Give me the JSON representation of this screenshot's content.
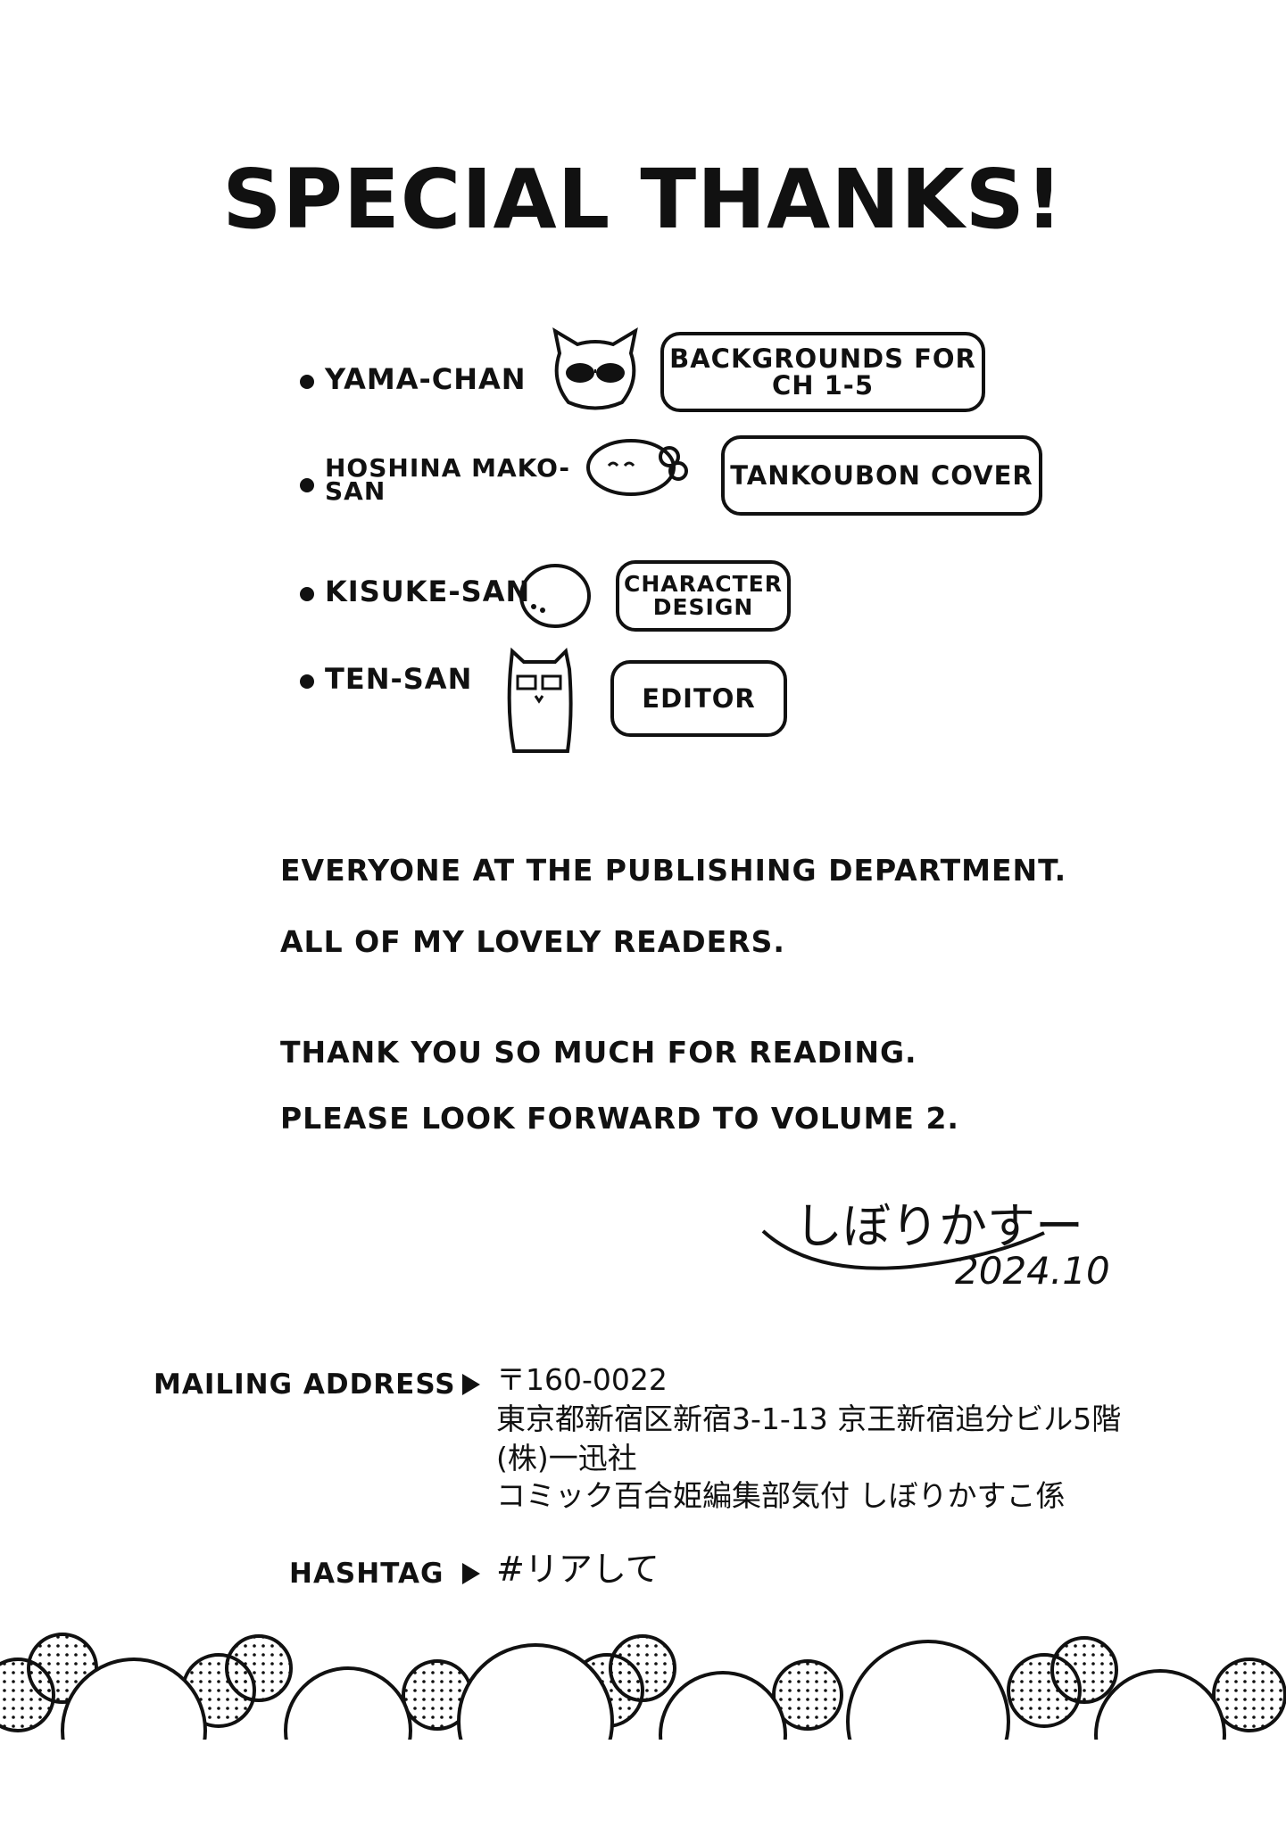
{
  "title": "SPECIAL THANKS!",
  "credits": [
    {
      "name": "YAMA-CHAN",
      "role": "BACKGROUNDS FOR CH 1-5",
      "icon": "cat-sunglasses-icon"
    },
    {
      "name": "HOSHINA MAKO-SAN",
      "role": "TANKOUBON COVER",
      "icon": "blob-creature-icon"
    },
    {
      "name": "KISUKE-SAN",
      "role": "CHARACTER DESIGN",
      "icon": "round-face-icon"
    },
    {
      "name": "TEN-SAN",
      "role": "EDITOR",
      "icon": "bear-glasses-icon"
    }
  ],
  "messages": [
    "EVERYONE AT THE PUBLISHING DEPARTMENT.",
    "ALL OF MY LOVELY READERS.",
    "THANK YOU SO MUCH FOR READING.",
    "PLEASE LOOK FORWARD TO VOLUME 2."
  ],
  "signature": {
    "name": "しぼりかすー",
    "date": "2024.10"
  },
  "mailing": {
    "label": "MAILING ADDRESS",
    "lines": [
      "〒160-0022",
      "東京都新宿区新宿3-1-13 京王新宿追分ビル5階",
      "(株)一迅社",
      "コミック百合姫編集部気付 しぼりかすこ係"
    ]
  },
  "hashtag": {
    "label": "HASHTAG",
    "value": "#リアして"
  }
}
